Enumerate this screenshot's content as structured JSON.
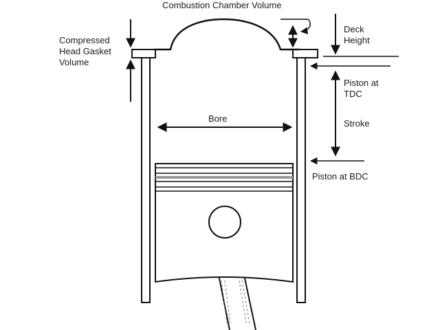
{
  "diagram": {
    "labels": {
      "combustion_chamber_volume": "Combustion Chamber Volume",
      "compressed_head_gasket_volume": "Compressed\nHead Gasket\nVolume",
      "deck_height": "Deck\nHeight",
      "piston_at_tdc": "Piston at\nTDC",
      "stroke": "Stroke",
      "bore": "Bore",
      "piston_at_bdc": "Piston at BDC"
    },
    "colors": {
      "line": "#111111",
      "ring_groove": "#9a9a9a",
      "background": "#ffffff"
    }
  }
}
